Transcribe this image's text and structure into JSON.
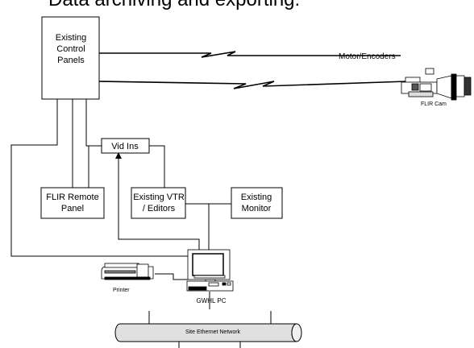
{
  "title": "Data archiving and exporting.",
  "boxes": {
    "control_panels": [
      "Existing",
      "Control",
      "Panels"
    ],
    "vid_ins": "Vid Ins",
    "flir_remote": [
      "FLIR Remote",
      "Panel"
    ],
    "vtr": [
      "Existing VTR",
      "/ Editors"
    ],
    "monitor": [
      "Existing",
      "Monitor"
    ]
  },
  "labels": {
    "motor_encoders": "Motor/Encoders",
    "flir_cam": "FLIR Cam",
    "printer": "Printer",
    "pc": "GWHL PC",
    "network": "Site Ethernet Network"
  }
}
